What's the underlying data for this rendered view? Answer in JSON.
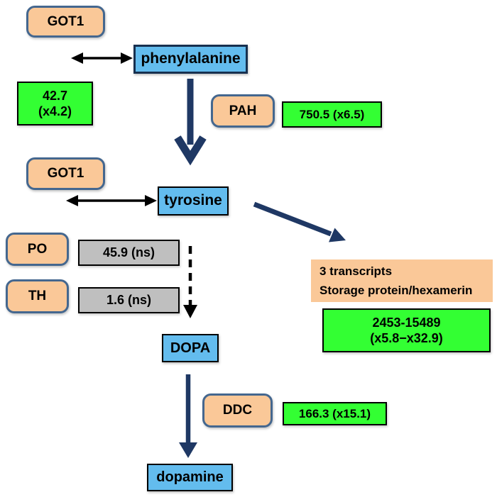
{
  "diagram": {
    "kind": "metabolic-pathway",
    "colors": {
      "enzyme_fill": "#FAC898",
      "enzyme_border": "#44678F",
      "metabolite_fill": "#63BCEE",
      "value_up_fill": "#33FF33",
      "value_ns_fill": "#BFBFBF",
      "arrow_navy": "#1F3864",
      "arrow_black": "#000000"
    },
    "enzymes": {
      "got1_top": "GOT1",
      "pah": "PAH",
      "got1_mid": "GOT1",
      "po": "PO",
      "th": "TH",
      "ddc": "DDC"
    },
    "metabolites": {
      "phenylalanine": "phenylalanine",
      "tyrosine": "tyrosine",
      "dopa": "DOPA",
      "dopamine": "dopamine"
    },
    "values": {
      "got1": {
        "line1": "42.7",
        "line2": "(x4.2)"
      },
      "pah": "750.5 (x6.5)",
      "po": "45.9 (ns)",
      "th": "1.6 (ns)",
      "hexamerin": {
        "line1": "2453-15489",
        "line2": "(x5.8−x32.9)"
      },
      "ddc": "166.3 (x15.1)"
    },
    "annotations": {
      "hexamerin_line1": "3 transcripts",
      "hexamerin_line2": "Storage protein/hexamerin"
    }
  }
}
